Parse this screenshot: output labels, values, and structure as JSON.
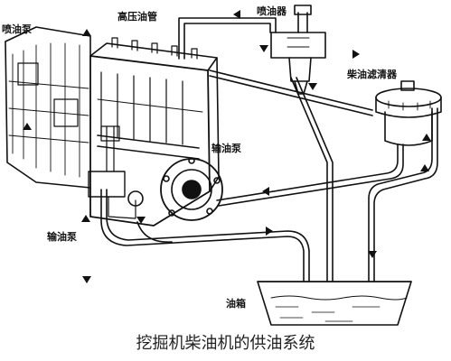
{
  "diagram": {
    "caption": "挖掘机柴油机的供油系统",
    "labels": {
      "injector_pump_left": "喷油泵",
      "high_pressure_pipe": "高压油管",
      "injector": "喷油器",
      "fuel_filter": "柴油滤清器",
      "supply_pump_right": "输油泵",
      "supply_pump_left": "输油泵",
      "fuel_tank": "油箱"
    },
    "colors": {
      "ink": "#111111",
      "fuel": "#ffffff"
    },
    "icons": [
      "arrow-up-icon",
      "arrow-down-icon",
      "arrow-left-icon",
      "arrow-right-icon"
    ]
  }
}
